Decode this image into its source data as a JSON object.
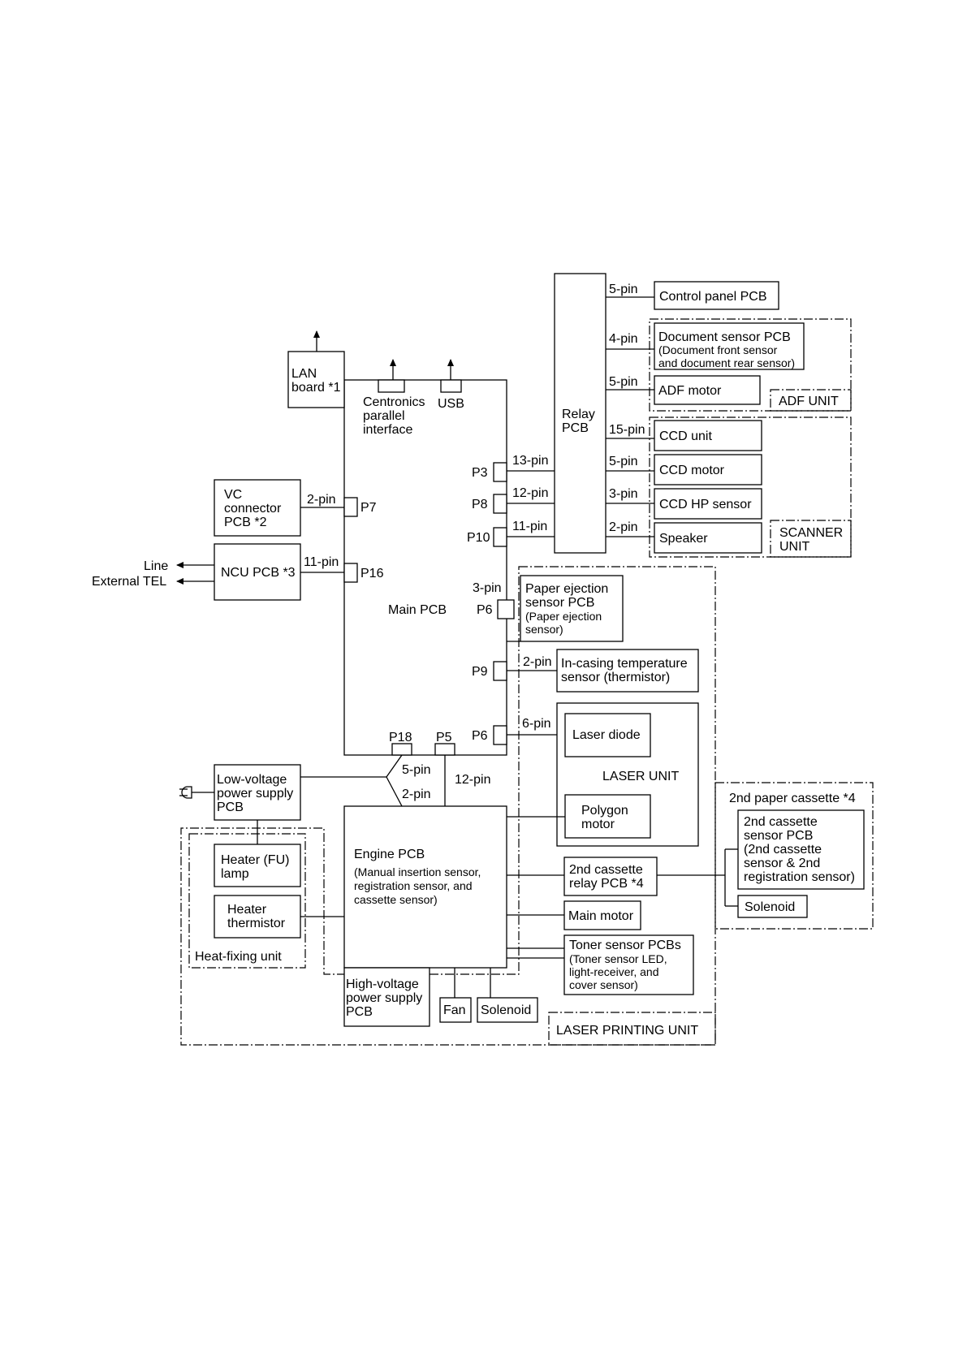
{
  "blocks": {
    "lan_board": [
      "LAN",
      "board *1"
    ],
    "centronics": [
      "Centronics",
      "parallel",
      "interface"
    ],
    "usb": "USB",
    "vc_connector": [
      "VC",
      "connector",
      "PCB *2"
    ],
    "ncu": "NCU PCB *3",
    "line": "Line",
    "external_tel": "External TEL",
    "main_pcb": "Main PCB",
    "relay_pcb": [
      "Relay",
      "PCB"
    ],
    "control_panel": "Control panel PCB",
    "document_sensor": [
      "Document sensor PCB",
      "(Document front sensor",
      "and document rear sensor)"
    ],
    "adf_motor": "ADF motor",
    "ccd_unit": "CCD unit",
    "ccd_motor": "CCD motor",
    "ccd_hp_sensor": "CCD HP sensor",
    "speaker": "Speaker",
    "paper_ejection": [
      "Paper ejection",
      "sensor PCB",
      "(Paper ejection",
      "sensor)"
    ],
    "in_casing": [
      "In-casing temperature",
      "sensor (thermistor)"
    ],
    "laser_diode": "Laser diode",
    "polygon_motor": [
      "Polygon",
      "motor"
    ],
    "low_voltage": [
      "Low-voltage",
      "power supply",
      "PCB"
    ],
    "heater_lamp": [
      "Heater (FU)",
      "lamp"
    ],
    "heater_thermistor": [
      "Heater",
      "thermistor"
    ],
    "engine_pcb": "Engine PCB",
    "engine_pcb_note": [
      "(Manual insertion sensor,",
      "registration sensor, and",
      "cassette sensor)"
    ],
    "high_voltage": [
      "High-voltage",
      "power supply",
      "PCB"
    ],
    "fan": "Fan",
    "solenoid": "Solenoid",
    "cassette_relay": [
      "2nd cassette",
      "relay PCB *4"
    ],
    "main_motor": "Main motor",
    "toner_sensor": [
      "Toner sensor PCBs",
      "(Toner sensor LED,",
      "light-receiver, and",
      "cover sensor)"
    ],
    "cassette_sensor": [
      "2nd cassette",
      "sensor PCB",
      "(2nd cassette",
      "sensor & 2nd",
      "registration sensor)"
    ],
    "cassette_solenoid": "Solenoid"
  },
  "units": {
    "adf": "ADF UNIT",
    "scanner": [
      "SCANNER",
      "UNIT"
    ],
    "laser": "LASER UNIT",
    "heat_fixing": "Heat-fixing unit",
    "laser_printing": "LASER PRINTING UNIT",
    "paper_cassette": "2nd paper cassette *4"
  },
  "connectors": {
    "p3": "P3",
    "p8": "P8",
    "p10": "P10",
    "p7": "P7",
    "p16": "P16",
    "p6a": "P6",
    "p9": "P9",
    "p6b": "P6",
    "p18": "P18",
    "p5": "P5"
  },
  "pins": {
    "cp": "5-pin",
    "doc": "4-pin",
    "adf": "5-pin",
    "ccd": "15-pin",
    "ccdm": "5-pin",
    "ccdhp": "3-pin",
    "spk": "2-pin",
    "p3": "13-pin",
    "p8": "12-pin",
    "p10": "11-pin",
    "p7": "2-pin",
    "p16": "11-pin",
    "p6a": "3-pin",
    "p9": "2-pin",
    "p6b": "6-pin",
    "p18a": "5-pin",
    "p18b": "2-pin",
    "p5": "12-pin"
  }
}
